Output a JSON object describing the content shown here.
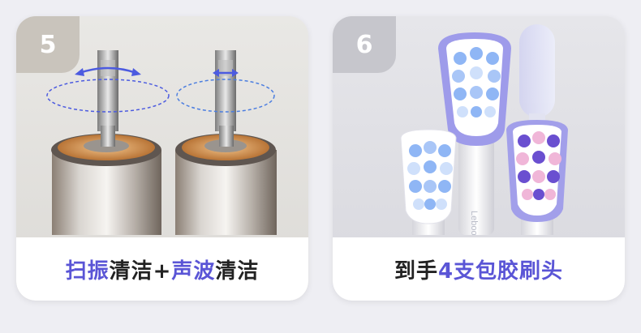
{
  "cards": [
    {
      "number": "5",
      "caption": {
        "p1": "扫振",
        "p2": "清洁+",
        "p3": "声波",
        "p4": "清洁"
      }
    },
    {
      "number": "6",
      "caption": {
        "p1": "到手",
        "p2": "4支",
        "p3": "包胶刷头"
      },
      "brand": "Lebooo"
    }
  ],
  "colors": {
    "accent": "#5a55d6",
    "orbit": "#4c5be0",
    "bristle_blue": "#8fb6f5",
    "bristle_purple": "#6a4fd0",
    "bristle_pink": "#f0b6d8"
  },
  "icons": [
    "rotate-arrow-icon",
    "sonic-arrow-icon"
  ]
}
